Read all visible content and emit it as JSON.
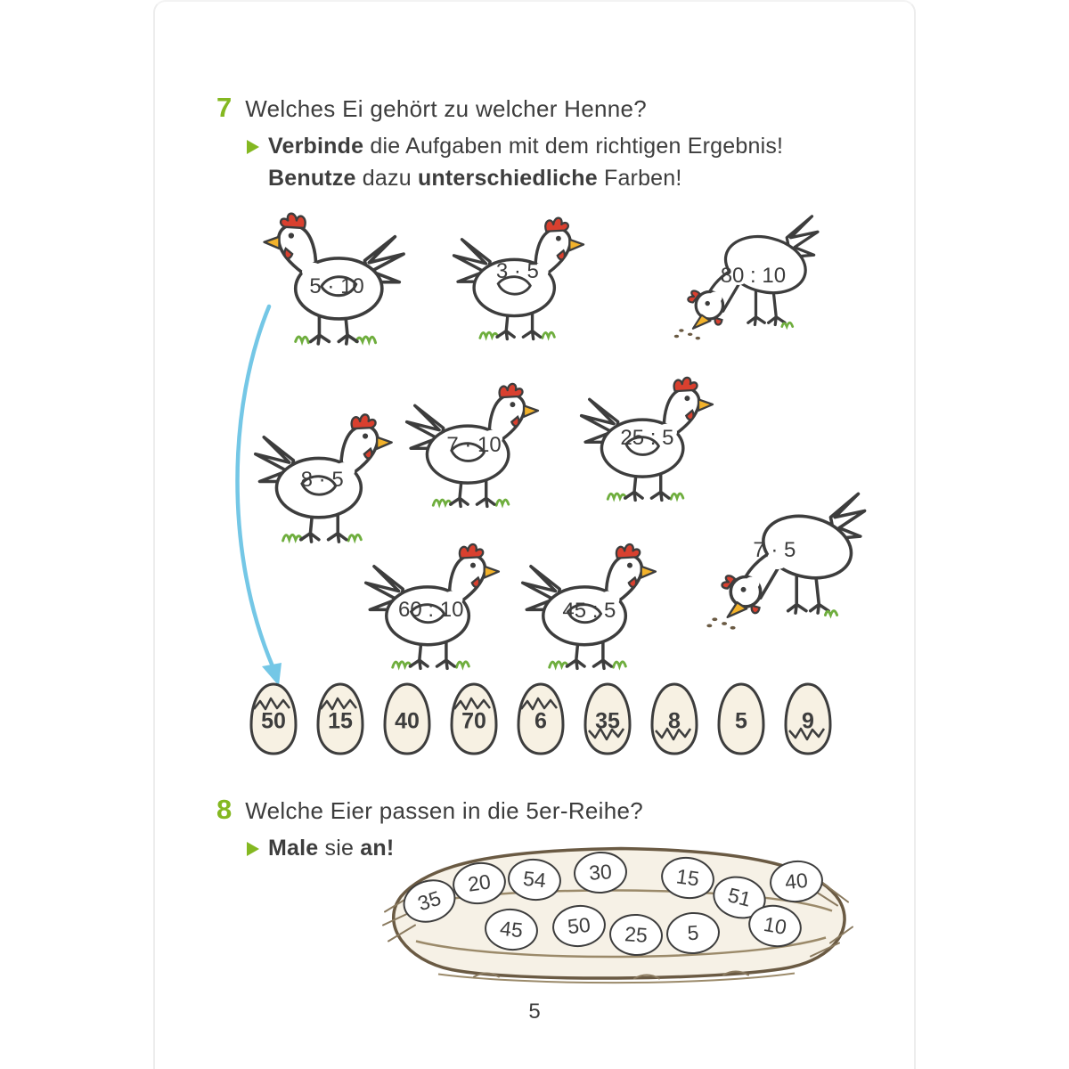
{
  "colors": {
    "accent_green": "#84b821",
    "arrow_blue": "#74c7e6"
  },
  "task7": {
    "number": "7",
    "title": "Welches Ei gehört zu welcher Henne?",
    "instruction_line1": {
      "bold1": "Verbinde",
      "text1": " die Aufgaben mit dem richtigen Ergebnis!"
    },
    "instruction_line2": {
      "bold1": "Benutze",
      "text1": " dazu ",
      "bold2": "unterschiedliche",
      "text2": " Farben!"
    }
  },
  "hens": [
    {
      "problem": "5 · 10"
    },
    {
      "problem": "3 · 5"
    },
    {
      "problem": "80 : 10"
    },
    {
      "problem": "8 · 5"
    },
    {
      "problem": "7 · 10"
    },
    {
      "problem": "25 : 5"
    },
    {
      "problem": "60 : 10"
    },
    {
      "problem": "45 : 5"
    },
    {
      "problem": "7 · 5"
    }
  ],
  "answer_eggs": [
    {
      "value": "50"
    },
    {
      "value": "15"
    },
    {
      "value": "40"
    },
    {
      "value": "70"
    },
    {
      "value": "6"
    },
    {
      "value": "35"
    },
    {
      "value": "8"
    },
    {
      "value": "5"
    },
    {
      "value": "9"
    }
  ],
  "task8": {
    "number": "8",
    "title": "Welche Eier passen in die 5er-Reihe?",
    "instruction": {
      "bold1": "Male",
      "text1": " sie ",
      "bold2": "an!"
    }
  },
  "nest_eggs": [
    {
      "value": "35"
    },
    {
      "value": "20"
    },
    {
      "value": "54"
    },
    {
      "value": "30"
    },
    {
      "value": "15"
    },
    {
      "value": "51"
    },
    {
      "value": "40"
    },
    {
      "value": "45"
    },
    {
      "value": "50"
    },
    {
      "value": "25"
    },
    {
      "value": "5"
    },
    {
      "value": "10"
    }
  ],
  "page_number": "5"
}
